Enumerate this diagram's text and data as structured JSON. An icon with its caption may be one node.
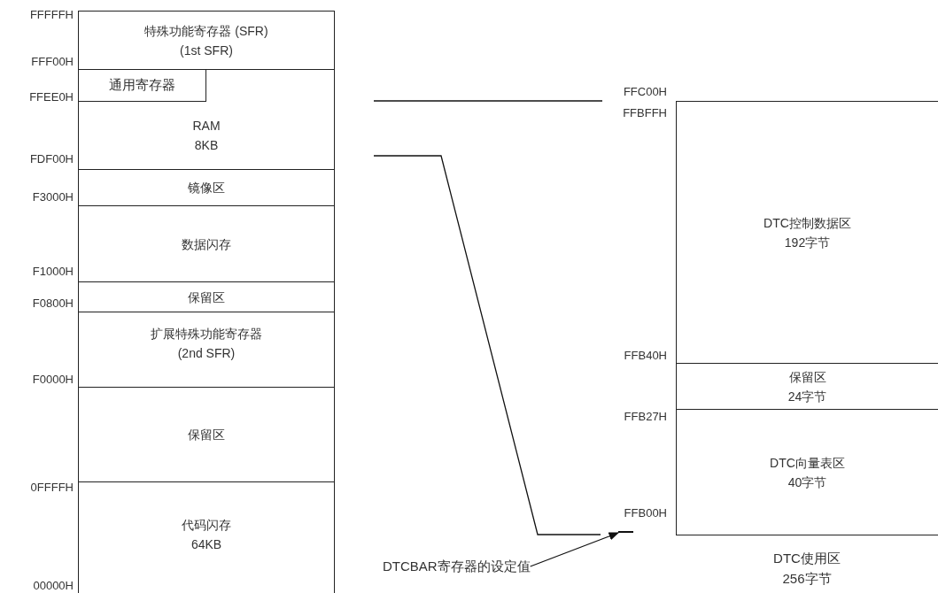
{
  "diagram": {
    "nodes": [
      {
        "text": [
          "特殊功能寄存器 (SFR)",
          "(1st SFR)"
        ]
      },
      {
        "text": [
          "RAM",
          "8KB"
        ]
      },
      {
        "text": [
          "通用寄存器"
        ],
        "in": 1
      },
      {
        "text": [
          "镜像区"
        ]
      },
      {
        "text": [
          "数据闪存"
        ]
      },
      {
        "text": [
          "保留区"
        ]
      },
      {
        "text": [
          "扩展特殊功能寄存器",
          "(2nd SFR)"
        ]
      },
      {
        "text": [
          "保留区"
        ]
      },
      {
        "text": [
          "代码闪存",
          "64KB"
        ]
      },
      {
        "text": [
          "DTC控制数据区",
          "192字节"
        ]
      },
      {
        "text": [
          "保留区",
          "24字节"
        ]
      },
      {
        "text": [
          "DTC向量表区",
          "40字节"
        ]
      },
      {
        "text": [
          "DTCBAR寄存器的设定值"
        ]
      },
      {
        "text": [],
        "shape": "bar"
      }
    ],
    "edges": [
      {
        "from": 12,
        "to": 13,
        "arrow": "to"
      }
    ],
    "labels": [
      "FFFFFH",
      "FFF00H",
      "FFEE0H",
      "FDF00H",
      "F3000H",
      "F1000H",
      "F0800H",
      "F0000H",
      "0FFFFH",
      "00000H",
      "FFC00H",
      "FFBFFH",
      "FFB40H",
      "FFB27H",
      "FFB00H",
      "DTC使用区",
      "256字节"
    ]
  }
}
